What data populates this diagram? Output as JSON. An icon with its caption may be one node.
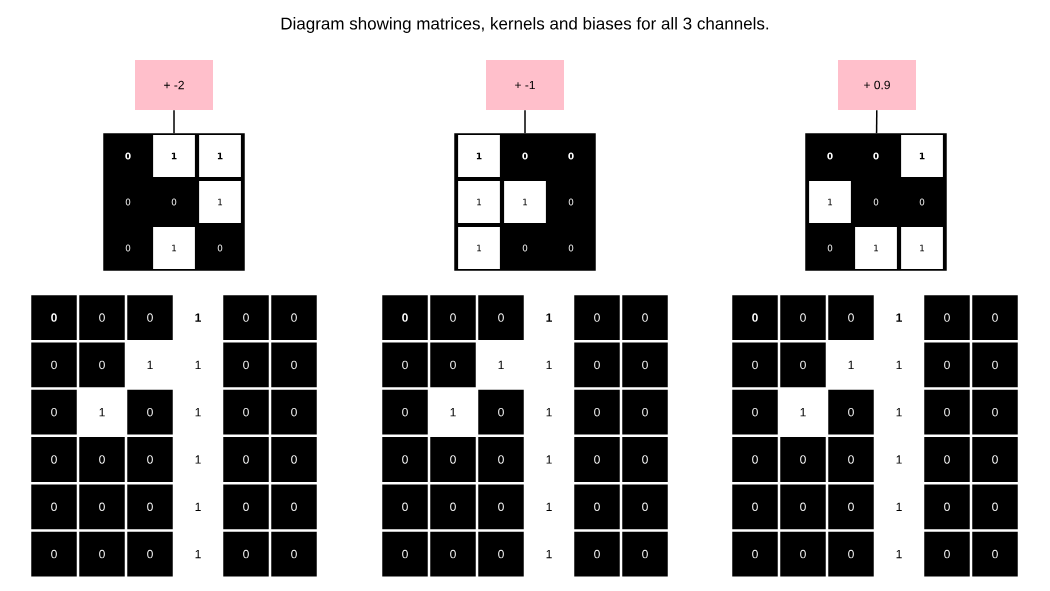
{
  "diagram": {
    "title": "Diagram showing matrices, kernels and biases for all 3 channels.",
    "nodes": [
      {
        "text": [
          "+ -2"
        ]
      },
      {
        "text": [
          "+ -1"
        ]
      },
      {
        "text": [
          "+ 0.9"
        ]
      },
      {
        "text": [],
        "shape": "box"
      },
      {
        "text": [],
        "shape": "box"
      },
      {
        "text": [],
        "shape": "box"
      }
    ],
    "edges": [
      {
        "from": 0,
        "to": 3,
        "arrow": "none"
      },
      {
        "from": 1,
        "to": 4,
        "arrow": "none"
      },
      {
        "from": 2,
        "to": 5,
        "arrow": "none"
      }
    ],
    "labels": [
      "0",
      "1",
      "1",
      "0",
      "0",
      "1",
      "0",
      "1",
      "0",
      "1",
      "0",
      "0",
      "1",
      "1",
      "0",
      "1",
      "0",
      "0",
      "0",
      "0",
      "1",
      "1",
      "0",
      "0",
      "0",
      "1",
      "1",
      "0",
      "0",
      "0",
      "1",
      "0",
      "0",
      "0",
      "0",
      "1",
      "1",
      "0",
      "0",
      "0",
      "1",
      "0",
      "1",
      "0",
      "0",
      "0",
      "0",
      "0",
      "1",
      "0",
      "0",
      "0",
      "0",
      "0",
      "1",
      "0",
      "0",
      "0",
      "0",
      "0",
      "1",
      "0",
      "0",
      "0",
      "0",
      "0",
      "1",
      "0",
      "0",
      "0",
      "0",
      "1",
      "1",
      "0",
      "0",
      "0",
      "1",
      "0",
      "1",
      "0",
      "0",
      "0",
      "0",
      "0",
      "1",
      "0",
      "0",
      "0",
      "0",
      "0",
      "1",
      "0",
      "0",
      "0",
      "0",
      "0",
      "1",
      "0",
      "0",
      "0",
      "0",
      "0",
      "1",
      "0",
      "0",
      "0",
      "0",
      "1",
      "1",
      "0",
      "0",
      "0",
      "1",
      "0",
      "1",
      "0",
      "0",
      "0",
      "0",
      "0",
      "1",
      "0",
      "0",
      "0",
      "0",
      "0",
      "1",
      "0",
      "0",
      "0",
      "0",
      "0",
      "1",
      "0",
      "0"
    ]
  }
}
